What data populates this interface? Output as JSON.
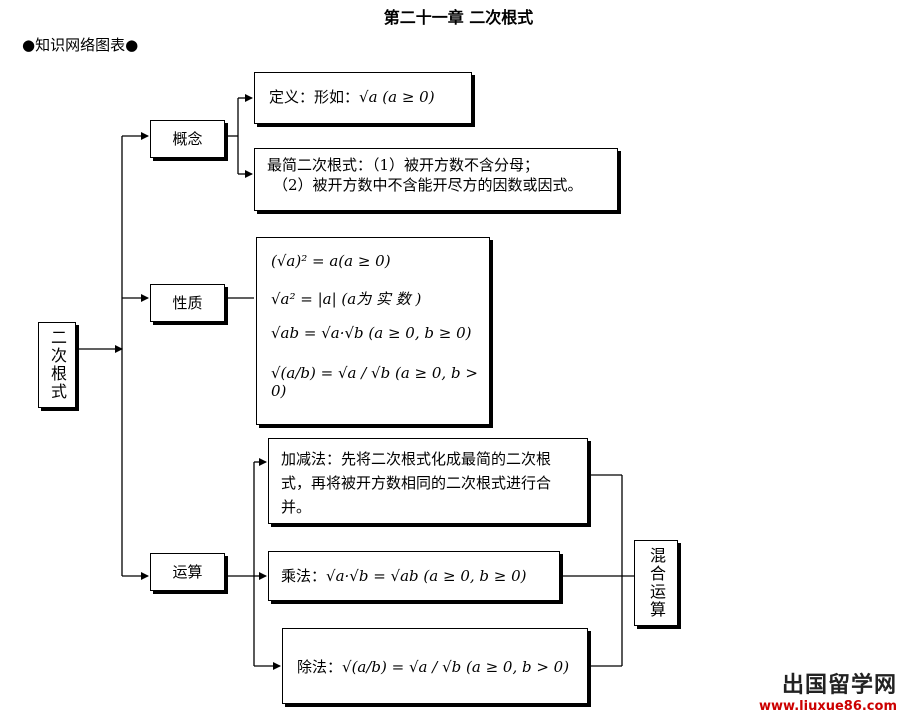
{
  "title": "第二十一章 二次根式",
  "subtitle": "知识网络图表",
  "root": {
    "label": "二次根式"
  },
  "branches": {
    "concept": {
      "label": "概念"
    },
    "property": {
      "label": "性质"
    },
    "operation": {
      "label": "运算"
    }
  },
  "concept_boxes": {
    "definition": {
      "prefix": "定义：形如：",
      "formula": "√a (a ≥ 0)"
    },
    "simplest": {
      "line1": "最简二次根式：（1）被开方数不含分母；",
      "line2": "（2）被开方数中不含能开尽方的因数或因式。"
    }
  },
  "property_box": {
    "formulas": [
      "(√a)² = a(a ≥ 0)",
      "√a² = |a| (a为 实 数 )",
      "√ab = √a·√b (a ≥ 0, b ≥ 0)",
      "√(a/b) = √a / √b (a ≥ 0, b > 0)"
    ]
  },
  "operation_boxes": {
    "addsub": {
      "text": "加减法：先将二次根式化成最简的二次根式，再将被开方数相同的二次根式进行合并。"
    },
    "multiply": {
      "prefix": "乘法：",
      "formula": "√a·√b = √ab (a ≥ 0, b ≥ 0)"
    },
    "divide": {
      "prefix": "除法：",
      "formula": "√(a/b) = √a / √b (a ≥ 0, b > 0)"
    }
  },
  "mixed": {
    "label": "混合运算"
  },
  "watermark": {
    "brand": "出国留学网",
    "url": "www.liuxue86.com"
  }
}
